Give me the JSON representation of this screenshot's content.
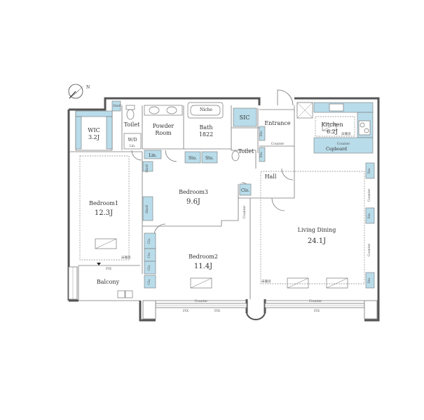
{
  "rooms": {
    "wic": "WIC",
    "wic_area": "3.2J",
    "shelf": "Shelf",
    "toilet1": "Toilet",
    "powder": "Powder",
    "room": "Room",
    "bath": "Bath",
    "bath_size": "1822",
    "niche": "Niche",
    "sic": "SIC",
    "entrance": "Entrance",
    "toilet2": "Toilet",
    "hall": "Hall",
    "kitchen": "Kitchen",
    "kitchen_area": "6.2J",
    "bedroom1": "Bedroom1",
    "bedroom1_area": "12.3J",
    "bedroom3": "Bedroom3",
    "bedroom3_area": "9.6J",
    "bedroom2": "Bedroom2",
    "bedroom2_area": "11.4J",
    "living": "Living Dining",
    "living_area": "24.1J",
    "balcony": "Balcony"
  },
  "storage": {
    "lin": "Lin.",
    "wd": "W/D",
    "sto": "Sto.",
    "clo": "Clo.",
    "shelf": "Shelf",
    "counter": "Counter",
    "cupboard": "Cupboard",
    "floor_heating": "床暖房",
    "fix": "FIX",
    "n": "N"
  }
}
